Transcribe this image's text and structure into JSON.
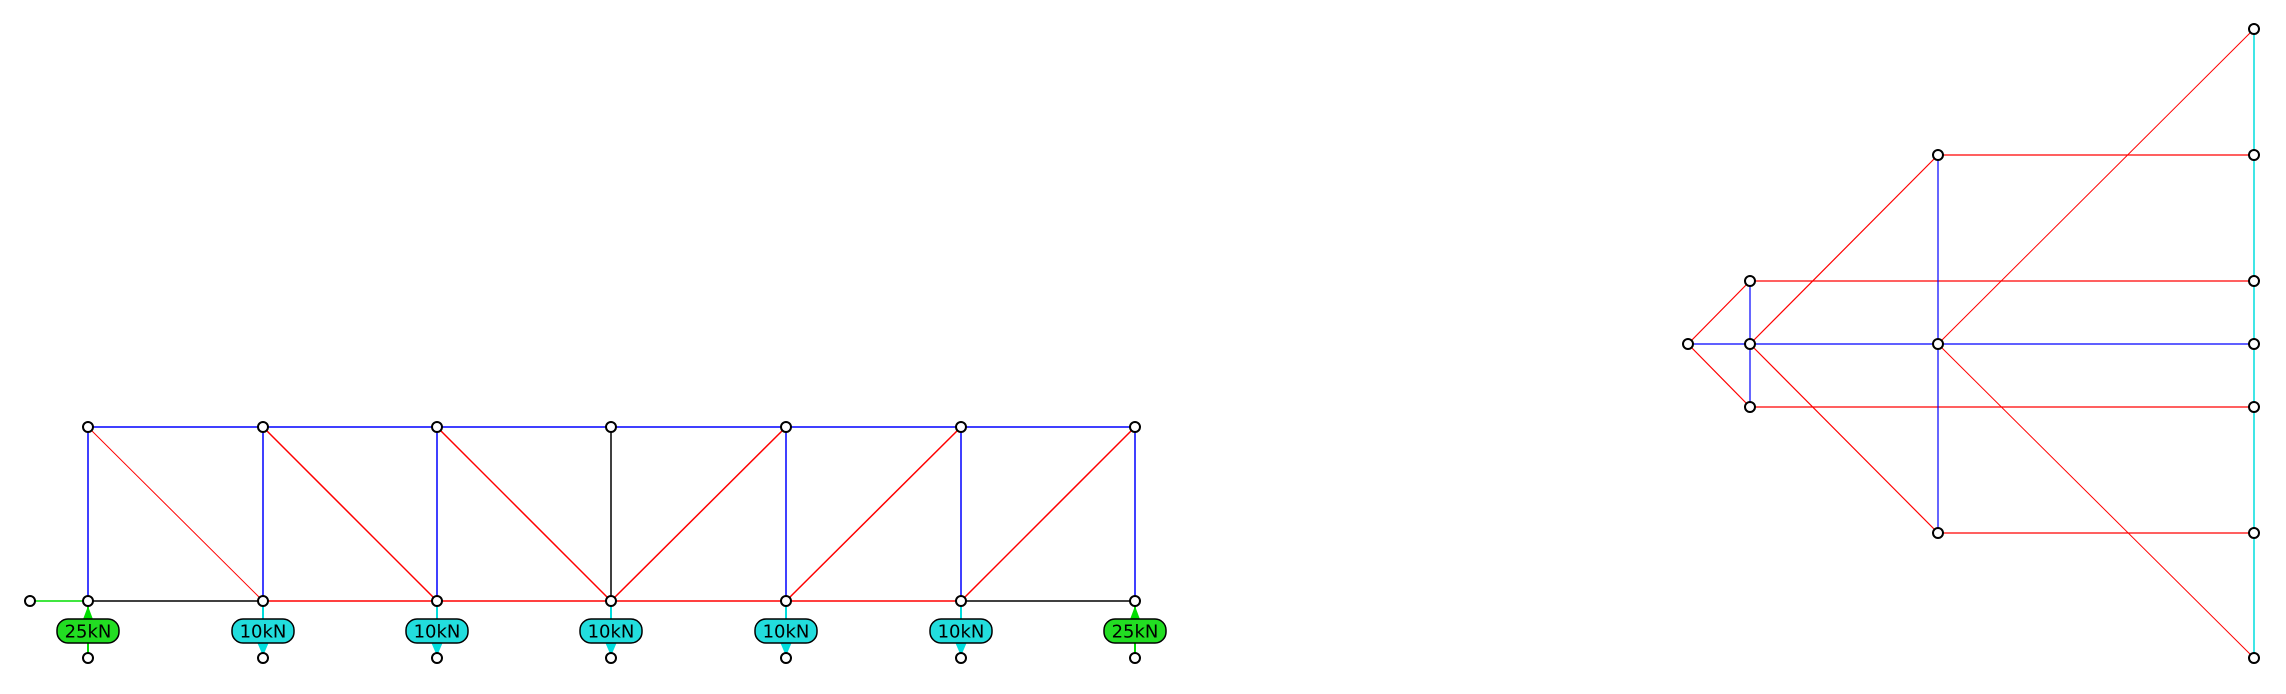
{
  "colors": {
    "tension": "#ff0000",
    "compression": "#0000ff",
    "zero_force": "#000000",
    "support_reaction": "#00dd00",
    "applied_load": "#00dddd"
  },
  "truss": {
    "loads": [
      {
        "label": "25kN",
        "kind": "reaction"
      },
      {
        "label": "10kN",
        "kind": "applied"
      },
      {
        "label": "10kN",
        "kind": "applied"
      },
      {
        "label": "10kN",
        "kind": "applied"
      },
      {
        "label": "10kN",
        "kind": "applied"
      },
      {
        "label": "10kN",
        "kind": "applied"
      },
      {
        "label": "25kN",
        "kind": "reaction"
      }
    ]
  }
}
